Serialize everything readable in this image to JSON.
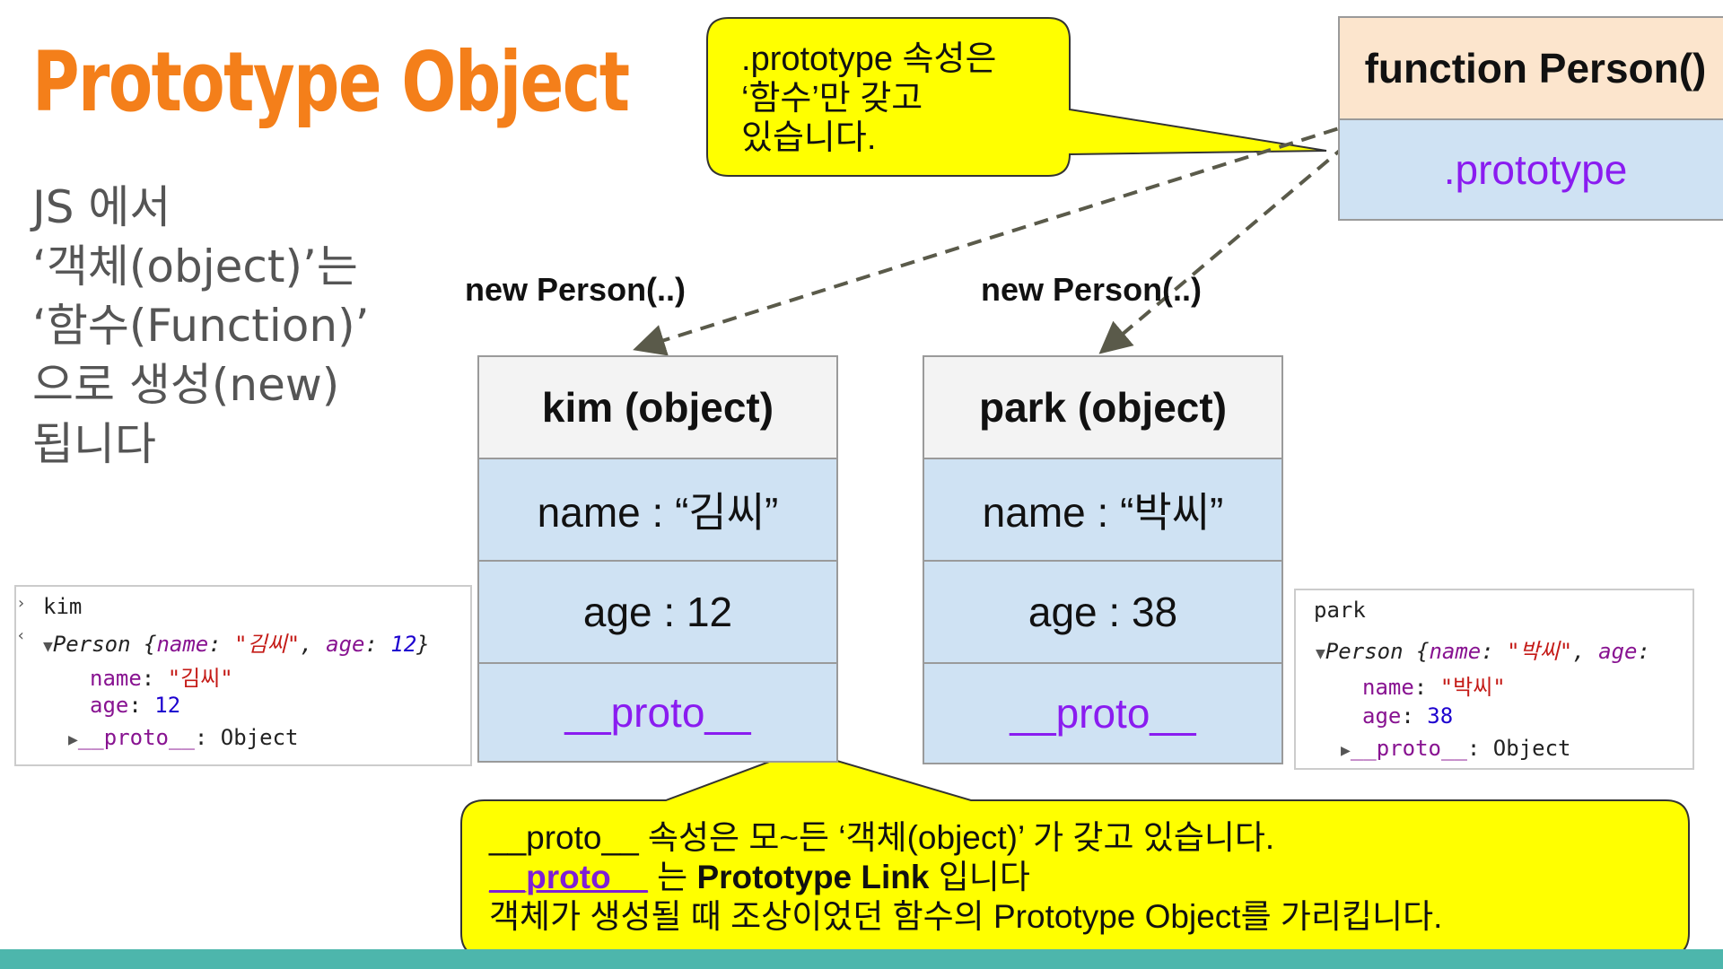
{
  "title": "Prototype Object",
  "intro": [
    "JS 에서",
    "‘객체(object)’는",
    "‘함수(Function)’",
    "으로 생성(new)",
    "됩니다"
  ],
  "callout_top": [
    "prototype 속성은",
    "‘함수’만 갖고",
    "있습니다."
  ],
  "callout_top_prefix": ".",
  "function_box": {
    "header": "function Person()",
    "prototype": ".prototype"
  },
  "new_label_kim": "new Person(..)",
  "new_label_park": "new Person(..)",
  "kim_box": {
    "header": "kim (object)",
    "name": "name : “김씨”",
    "age": "age : 12",
    "proto": "__proto__"
  },
  "park_box": {
    "header": "park (object)",
    "name": "name : “박씨”",
    "age": "age : 38",
    "proto": "__proto__"
  },
  "console_kim": {
    "var": "kim",
    "summary_type": "Person",
    "summary_open": " {",
    "summary_name_key": "name",
    "summary_name_val": "\"김씨\"",
    "summary_age_key": "age",
    "summary_age_val": "12",
    "summary_close": "}",
    "name_key": "name",
    "name_val": "\"김씨\"",
    "age_key": "age",
    "age_val": "12",
    "proto_key": "__proto__",
    "proto_val": "Object"
  },
  "console_park": {
    "var": "park",
    "summary_type": "Person",
    "summary_open": " {",
    "summary_name_key": "name",
    "summary_name_val": "\"박씨\"",
    "summary_age_key": "age",
    "name_key": "name",
    "name_val": "\"박씨\"",
    "age_key": "age",
    "age_val": "38",
    "proto_key": "__proto__",
    "proto_val": "Object"
  },
  "callout_bottom": {
    "line1": "__proto__ 속성은  모~든 ‘객체(object)’ 가 갖고 있습니다.",
    "line2_a": "__proto__",
    "line2_b": " 는 ",
    "line2_c": "Prototype Link",
    "line2_d": " 입니다",
    "line3": "객체가 생성될 때 조상이었던 함수의 Prototype Object를 가리킵니다."
  },
  "colors": {
    "title": "#f47f1a",
    "callout_fill": "#ffff00",
    "header_fill": "#f3f3f3",
    "cell_fill": "#cfe2f3",
    "function_header_fill": "#fce5cd",
    "proto_text": "#8a1cf0",
    "bottom_bar": "#4db6ac"
  }
}
